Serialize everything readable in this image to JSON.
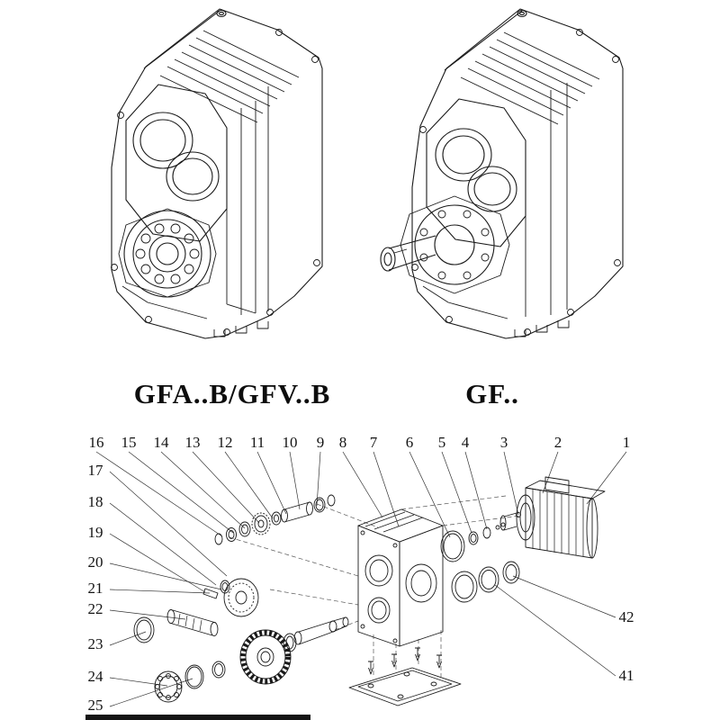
{
  "page": {
    "background_color": "#ffffff",
    "line_color": "#1a1a1a",
    "description": "Gear reducer catalog figure: two isometric gearbox drawings with model labels and an exploded parts diagram with numbered callouts"
  },
  "models": {
    "left_label": "GFA..B/GFV..B",
    "right_label": "GF.."
  },
  "exploded_view": {
    "top_row_callouts": [
      "16",
      "15",
      "14",
      "13",
      "12",
      "11",
      "10",
      "9",
      "8",
      "7",
      "6",
      "5",
      "4",
      "3",
      "2",
      "1"
    ],
    "left_column_callouts": [
      "17",
      "18",
      "19",
      "20",
      "21",
      "22",
      "23",
      "24",
      "25"
    ],
    "right_column_callouts": [
      "42",
      "41"
    ]
  }
}
